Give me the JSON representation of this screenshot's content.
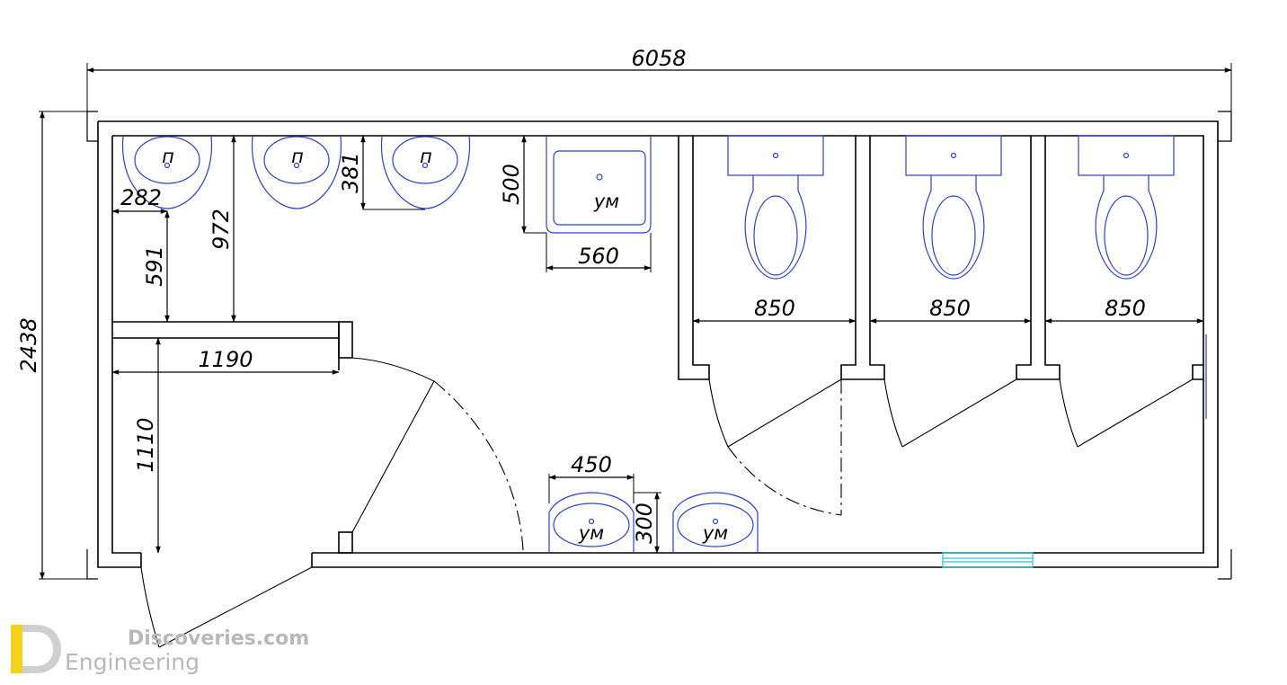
{
  "dimensions": {
    "overall_width": "6058",
    "overall_depth": "2438",
    "urinal_spacing": "282",
    "urinal_depth": "381",
    "to_bench_591": "591",
    "to_bench_972": "972",
    "sink_depth_500": "500",
    "sink_width_560": "560",
    "stall_1_width": "850",
    "stall_2_width": "850",
    "stall_3_width": "850",
    "bench_length": "1190",
    "side_length": "1110",
    "small_sink_width": "450",
    "small_sink_depth": "300"
  },
  "fixtures": {
    "urinal_label": "п",
    "washbasin_label": "ум"
  },
  "watermark": {
    "line1": "Discoveries.com",
    "line2": "Engineering"
  }
}
